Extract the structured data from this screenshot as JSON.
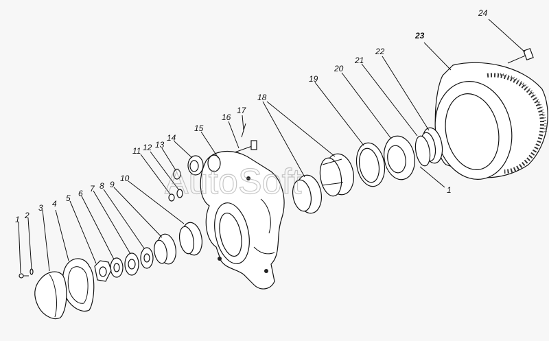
{
  "watermark": "AutoSoft",
  "callouts": {
    "c1a": "1",
    "c2": "2",
    "c3": "3",
    "c4": "4",
    "c5": "5",
    "c6": "6",
    "c7": "7",
    "c8": "8",
    "c9": "9",
    "c10": "10",
    "c11": "11",
    "c12": "12",
    "c13": "13",
    "c14": "14",
    "c15": "15",
    "c16": "16",
    "c17": "17",
    "c18": "18",
    "c19": "19",
    "c20": "20",
    "c21": "21",
    "c22": "22",
    "c23": "23",
    "c24": "24",
    "c1b": "1"
  }
}
